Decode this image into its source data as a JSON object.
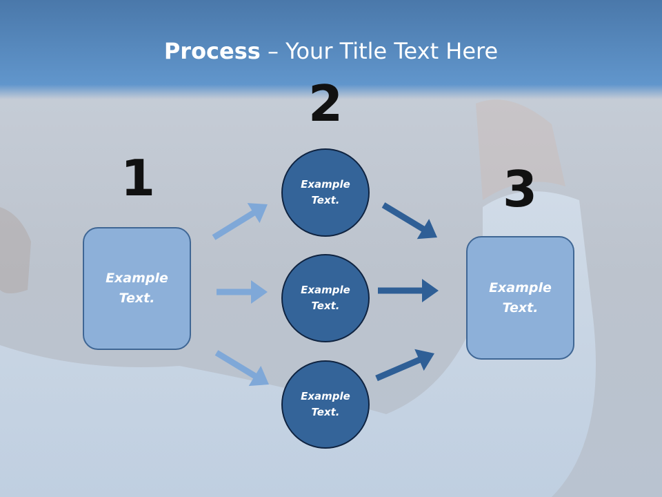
{
  "title": {
    "bold": "Process",
    "rest": " – Your Title Text Here"
  },
  "steps": {
    "one": "1",
    "two": "2",
    "three": "3"
  },
  "left_box": {
    "line1": "Example",
    "line2": "Text."
  },
  "right_box": {
    "line1": "Example",
    "line2": "Text."
  },
  "circles": [
    {
      "line1": "Example",
      "line2": "Text."
    },
    {
      "line1": "Example",
      "line2": "Text."
    },
    {
      "line1": "Example",
      "line2": "Text."
    }
  ],
  "colors": {
    "banner": "#5b8cc0",
    "light_arrow": "#7fa8d8",
    "dark_arrow": "#2f5f96",
    "circle_fill": "#346499",
    "box_fill": "#8db0d9"
  }
}
